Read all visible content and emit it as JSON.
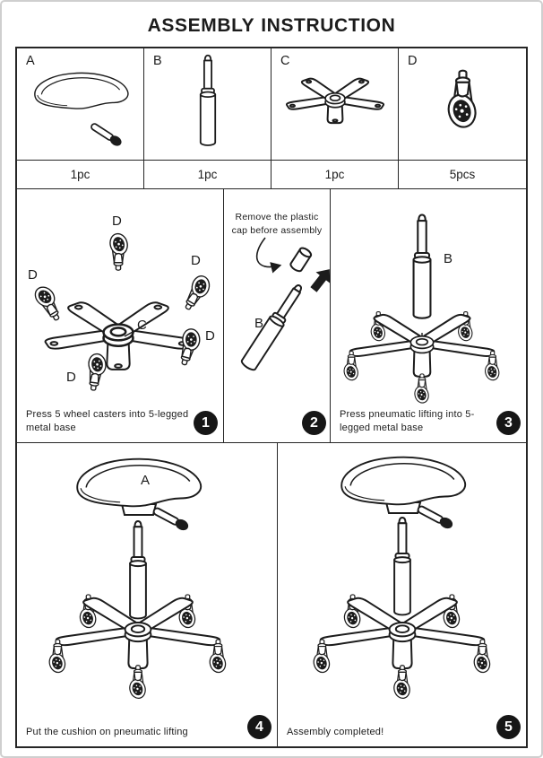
{
  "title": "ASSEMBLY INSTRUCTION",
  "colors": {
    "ink": "#1c1c1c",
    "paper": "#ffffff"
  },
  "parts": [
    {
      "label": "A",
      "name": "saddle-seat-cushion",
      "qty": "1pc"
    },
    {
      "label": "B",
      "name": "pneumatic-lift-cylinder",
      "qty": "1pc"
    },
    {
      "label": "C",
      "name": "five-legged-metal-base",
      "qty": "1pc"
    },
    {
      "label": "D",
      "name": "wheel-caster",
      "qty": "5pcs"
    }
  ],
  "steps": [
    {
      "num": "1",
      "caption": "Press 5 wheel casters into 5-legged metal base",
      "labels": {
        "caster": "D",
        "base": "C"
      }
    },
    {
      "num": "2",
      "note": "Remove the plastic cap before assembly",
      "labels": {
        "lift": "B"
      }
    },
    {
      "num": "3",
      "caption": "Press pneumatic lifting into 5-legged metal base",
      "labels": {
        "lift": "B"
      }
    },
    {
      "num": "4",
      "caption": "Put the cushion on pneumatic lifting",
      "labels": {
        "seat": "A"
      }
    },
    {
      "num": "5",
      "caption": "Assembly completed!"
    }
  ]
}
